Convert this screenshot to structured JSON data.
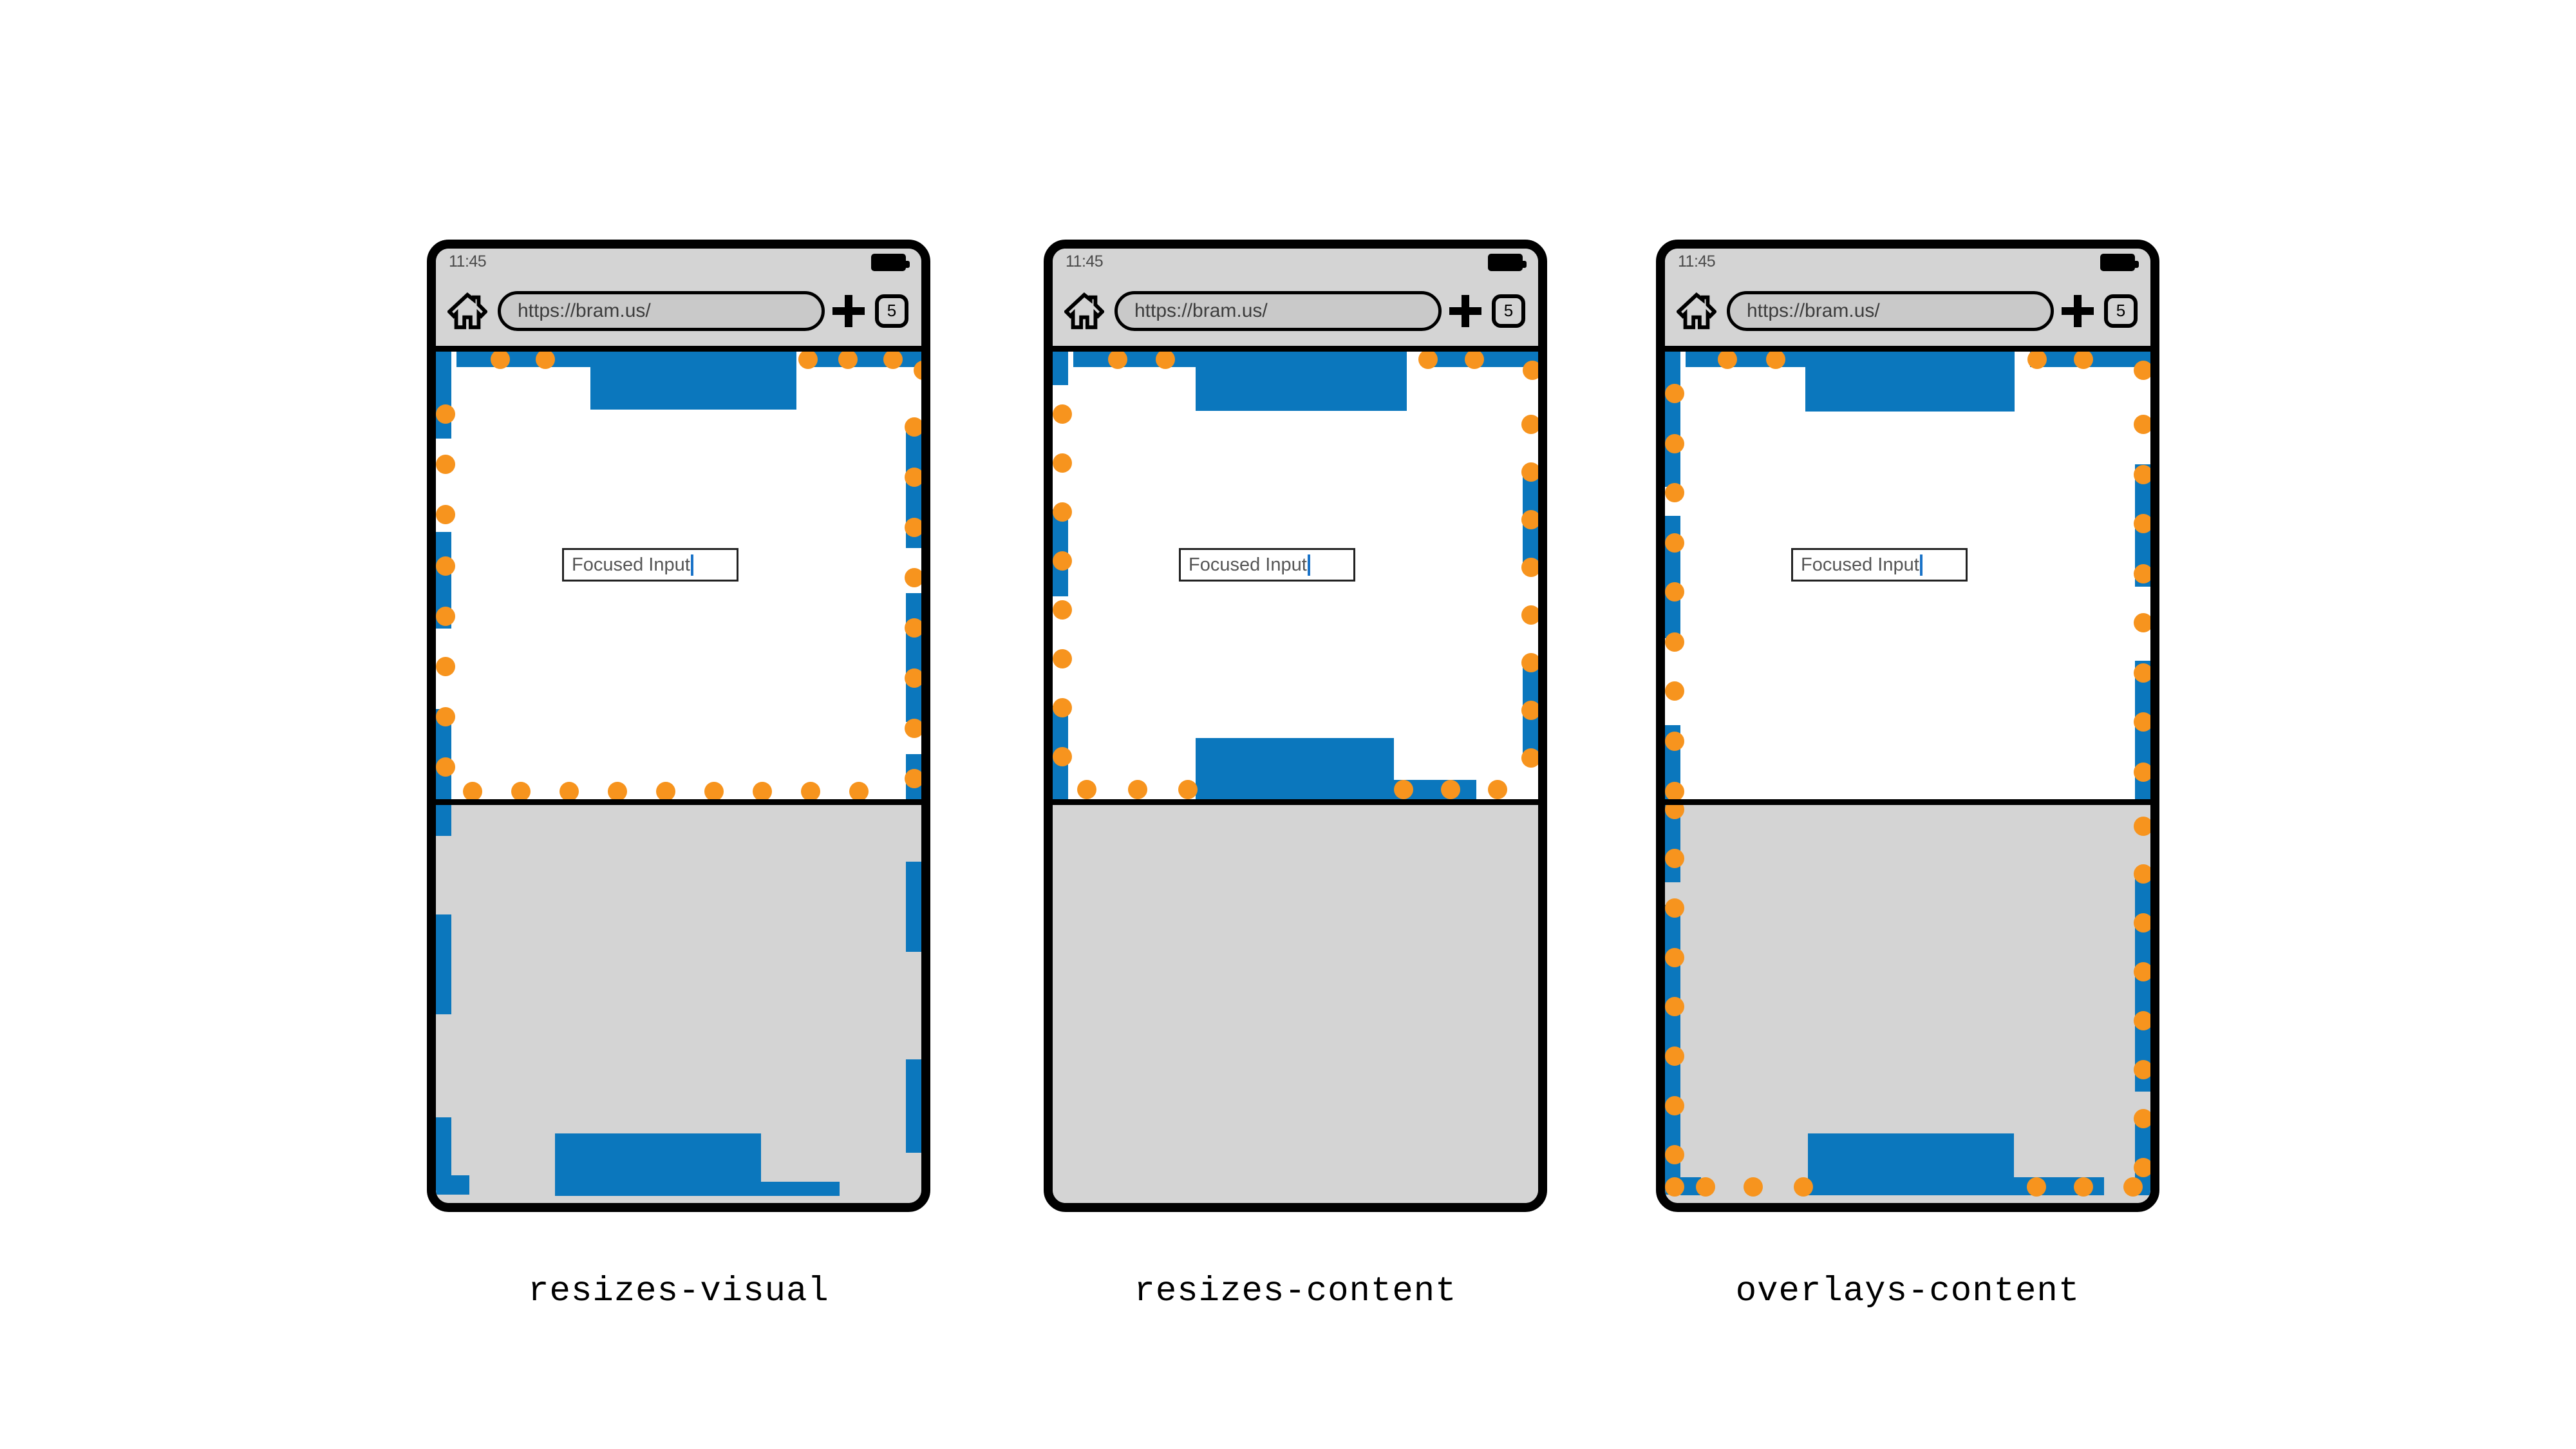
{
  "page": {
    "background": "#ffffff",
    "accent_blue": "#0b77bd",
    "accent_orange": "#f7941e",
    "chrome_gray": "#d4d4d4",
    "keyboard_gray": "#d4d4d4"
  },
  "shared": {
    "status_time": "11:45",
    "url": "https://bram.us/",
    "tab_count": "5",
    "input_value": "Focused Input",
    "icons": {
      "home": "home-icon",
      "new_tab": "plus-icon",
      "tabs": "tab-counter",
      "battery": "battery-icon"
    }
  },
  "phones": [
    {
      "id": "resizes-visual",
      "caption": "resizes-visual",
      "viewport_height_pct": 59.8,
      "keyboard_height_pct": 40.2,
      "description": "Interactive widget boxes and highlight dots span both the visible viewport and the area behind the on-screen keyboard."
    },
    {
      "id": "resizes-content",
      "caption": "resizes-content",
      "viewport_height_pct": 59.8,
      "keyboard_height_pct": 40.2,
      "description": "Content reflows into the shortened viewport; boxes and dots stop at the keyboard edge."
    },
    {
      "id": "overlays-content",
      "caption": "overlays-content",
      "viewport_height_pct": 59.8,
      "keyboard_height_pct": 40.2,
      "description": "Keyboard overlays the content; boxes and dots continue underneath the keyboard region."
    }
  ],
  "captions": {
    "left": "resizes-visual",
    "middle": "resizes-content",
    "right": "overlays-content"
  }
}
